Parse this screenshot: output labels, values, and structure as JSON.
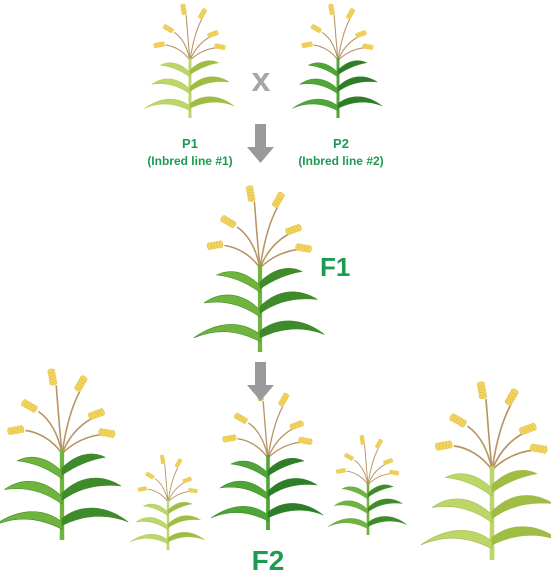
{
  "labels": {
    "cross_symbol": "x",
    "p1_name": "P1",
    "p1_desc": "(Inbred line #1)",
    "p2_name": "P2",
    "p2_desc": "(Inbred line #2)",
    "f1": "F1",
    "f2": "F2"
  },
  "colors": {
    "label_green": "#1e9a52",
    "arrow_gray": "#9a9a9a",
    "cross_gray": "#a6a6a6",
    "p1_leaf": "#bcd66a",
    "p1_leaf_dark": "#9fbd45",
    "p2_leaf": "#4fa535",
    "p2_leaf_dark": "#2f7d28",
    "f1_leaf": "#6fb43c",
    "f1_leaf_dark": "#3f8a2a",
    "stem_brown": "#b79462",
    "tassel_yellow": "#f2d45c",
    "tassel_dark": "#d9b53a"
  }
}
